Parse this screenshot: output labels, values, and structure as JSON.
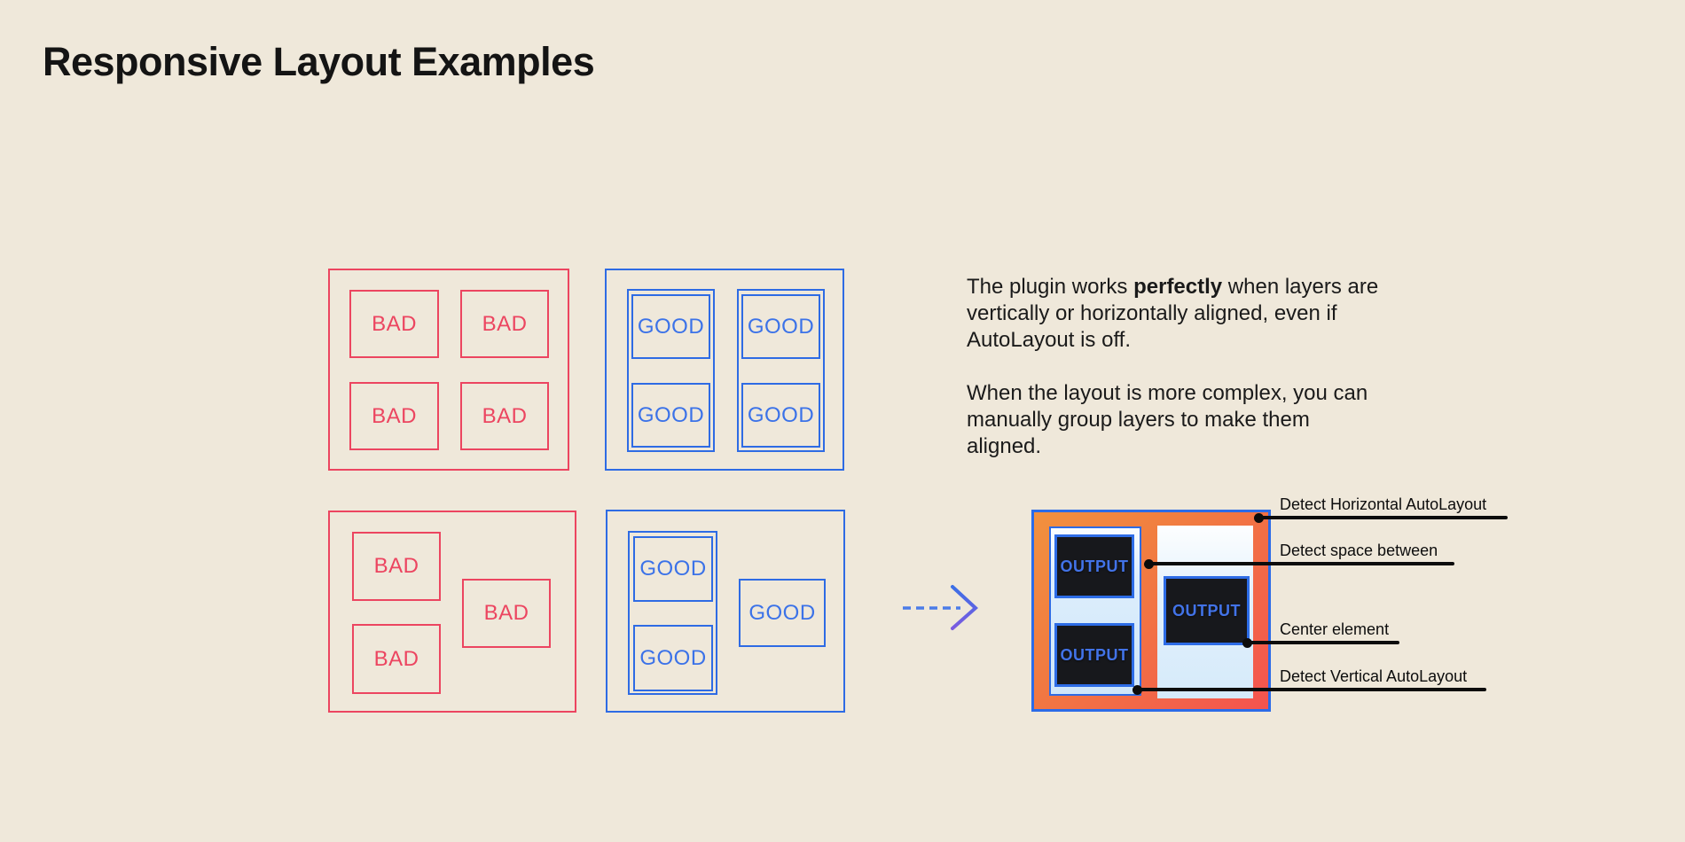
{
  "page": {
    "title": "Responsive Layout Examples",
    "background_color": "#EFE8DA"
  },
  "colors": {
    "bad_red": "#EC4560",
    "good_blue": "#2E6BE4",
    "good_text_blue": "#3B72E8",
    "output_text_blue": "#4273E8",
    "frame_gradient_start": "#F2913E",
    "frame_gradient_end": "#F4534F",
    "panel_light_blue": "#D5EAFA",
    "dark_box": "#17181C",
    "annotation_black": "#0C0C0C",
    "text_black": "#1A1A1A"
  },
  "labels": {
    "bad": "BAD",
    "good": "GOOD",
    "output": "OUTPUT"
  },
  "description": {
    "p1_pre": "The plugin works ",
    "p1_bold": "perfectly",
    "p1_post": " when layers are vertically or horizontally aligned, even if AutoLayout is off.",
    "p2": "When the layout is more complex, you can manually group layers to make them aligned."
  },
  "annotations": [
    {
      "label": "Detect Horizontal AutoLayout"
    },
    {
      "label": "Detect space between"
    },
    {
      "label": "Center element"
    },
    {
      "label": "Detect Vertical AutoLayout"
    }
  ]
}
